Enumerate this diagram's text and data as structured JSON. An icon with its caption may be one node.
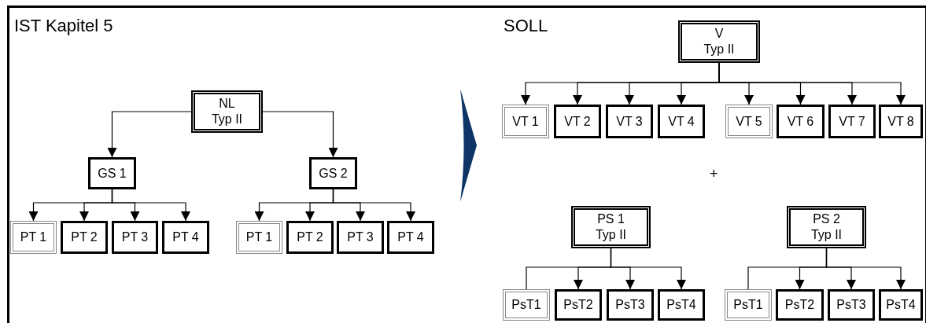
{
  "diagram": {
    "nodes": [
      {
        "text": [
          "NL",
          "Typ II"
        ]
      },
      {
        "text": [
          "GS 1"
        ]
      },
      {
        "text": [
          "GS 2"
        ]
      },
      {
        "text": [
          "PT 1"
        ]
      },
      {
        "text": [
          "PT 2"
        ]
      },
      {
        "text": [
          "PT 3"
        ]
      },
      {
        "text": [
          "PT 4"
        ]
      },
      {
        "text": [
          "PT 1"
        ]
      },
      {
        "text": [
          "PT 2"
        ]
      },
      {
        "text": [
          "PT 3"
        ]
      },
      {
        "text": [
          "PT 4"
        ]
      },
      {
        "text": [
          "V",
          "Typ II"
        ]
      },
      {
        "text": [
          "VT 1"
        ]
      },
      {
        "text": [
          "VT 2"
        ]
      },
      {
        "text": [
          "VT 3"
        ]
      },
      {
        "text": [
          "VT 4"
        ]
      },
      {
        "text": [
          "VT 5"
        ]
      },
      {
        "text": [
          "VT 6"
        ]
      },
      {
        "text": [
          "VT 7"
        ]
      },
      {
        "text": [
          "VT 8"
        ]
      },
      {
        "text": [
          "PS 1",
          "Typ II"
        ]
      },
      {
        "text": [
          "PS 2",
          "Typ II"
        ]
      },
      {
        "text": [
          "PsT1"
        ]
      },
      {
        "text": [
          "PsT2"
        ]
      },
      {
        "text": [
          "PsT3"
        ]
      },
      {
        "text": [
          "PsT4"
        ]
      },
      {
        "text": [
          "PsT1"
        ]
      },
      {
        "text": [
          "PsT2"
        ]
      },
      {
        "text": [
          "PsT3"
        ]
      },
      {
        "text": [
          "PsT4"
        ]
      },
      {
        "text": [],
        "shape": "chevron"
      }
    ],
    "edges": [
      {
        "from": 0,
        "to": 1,
        "arrow": "to"
      },
      {
        "from": 0,
        "to": 2,
        "arrow": "to"
      },
      {
        "from": 1,
        "to": 3,
        "arrow": "to"
      },
      {
        "from": 1,
        "to": 4,
        "arrow": "to"
      },
      {
        "from": 1,
        "to": 5,
        "arrow": "to"
      },
      {
        "from": 1,
        "to": 6,
        "arrow": "to"
      },
      {
        "from": 2,
        "to": 7,
        "arrow": "to"
      },
      {
        "from": 2,
        "to": 8,
        "arrow": "to"
      },
      {
        "from": 2,
        "to": 9,
        "arrow": "to"
      },
      {
        "from": 2,
        "to": 10,
        "arrow": "to"
      },
      {
        "from": 11,
        "to": 12,
        "arrow": "to"
      },
      {
        "from": 11,
        "to": 13,
        "arrow": "to"
      },
      {
        "from": 11,
        "to": 14,
        "arrow": "to"
      },
      {
        "from": 11,
        "to": 15,
        "arrow": "to"
      },
      {
        "from": 11,
        "to": 16,
        "arrow": "to"
      },
      {
        "from": 11,
        "to": 17,
        "arrow": "to"
      },
      {
        "from": 11,
        "to": 18,
        "arrow": "to"
      },
      {
        "from": 11,
        "to": 19,
        "arrow": "to"
      },
      {
        "from": 20,
        "to": 22,
        "arrow": "none"
      },
      {
        "from": 20,
        "to": 23,
        "arrow": "to"
      },
      {
        "from": 20,
        "to": 24,
        "arrow": "to"
      },
      {
        "from": 20,
        "to": 25,
        "arrow": "to"
      },
      {
        "from": 21,
        "to": 26,
        "arrow": "none"
      },
      {
        "from": 21,
        "to": 27,
        "arrow": "to"
      },
      {
        "from": 21,
        "to": 28,
        "arrow": "to"
      },
      {
        "from": 21,
        "to": 29,
        "arrow": "to"
      }
    ],
    "labels": [
      "IST Kapitel 5",
      "SOLL",
      "+"
    ]
  }
}
